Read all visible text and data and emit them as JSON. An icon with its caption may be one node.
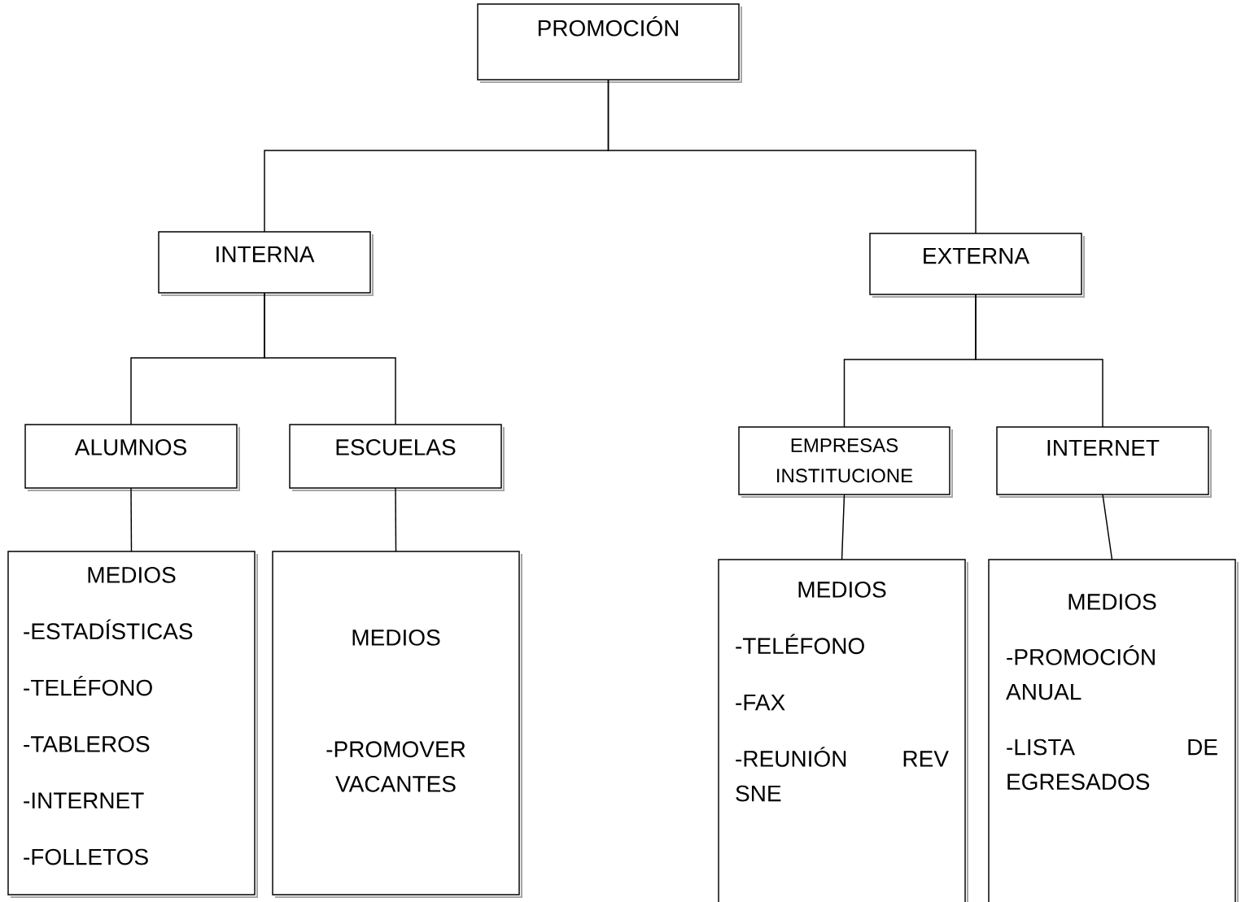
{
  "diagram": {
    "nodes": [
      {
        "text": [
          "PROMOCIÓN"
        ]
      },
      {
        "text": [
          "INTERNA"
        ]
      },
      {
        "text": [
          "EXTERNA"
        ]
      },
      {
        "text": [
          "ALUMNOS"
        ]
      },
      {
        "text": [
          "ESCUELAS"
        ]
      },
      {
        "text": [
          "EMPRESAS INSTITUCIONE"
        ]
      },
      {
        "text": [
          "INTERNET"
        ]
      },
      {
        "text": [
          "MEDIOS",
          "-ESTADÍSTICAS",
          "-TELÉFONO",
          "-TABLEROS",
          "-INTERNET",
          "-FOLLETOS"
        ]
      },
      {
        "text": [
          "MEDIOS",
          "-PROMOVER VACANTES"
        ]
      },
      {
        "text": [
          "MEDIOS",
          "-TELÉFONO",
          "-FAX",
          "-REUNIÓN REV SNE"
        ]
      },
      {
        "text": [
          "MEDIOS",
          "-PROMOCIÓN ANUAL",
          "-LISTA DE EGRESADOS"
        ]
      }
    ],
    "edges": [
      {
        "from": 0,
        "to": 1,
        "arrow": "none"
      },
      {
        "from": 0,
        "to": 2,
        "arrow": "none"
      },
      {
        "from": 1,
        "to": 3,
        "arrow": "none"
      },
      {
        "from": 1,
        "to": 4,
        "arrow": "none"
      },
      {
        "from": 2,
        "to": 5,
        "arrow": "none"
      },
      {
        "from": 2,
        "to": 6,
        "arrow": "none"
      },
      {
        "from": 3,
        "to": 7,
        "arrow": "none"
      },
      {
        "from": 4,
        "to": 8,
        "arrow": "none"
      },
      {
        "from": 5,
        "to": 9,
        "arrow": "none"
      },
      {
        "from": 6,
        "to": 10,
        "arrow": "none"
      }
    ]
  }
}
